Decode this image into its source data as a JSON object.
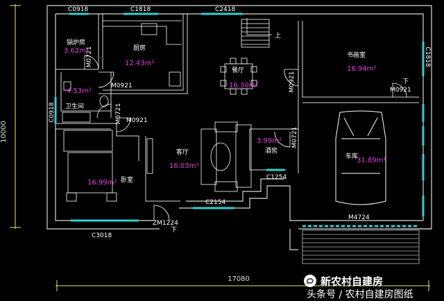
{
  "colors": {
    "wall": "#d8d8d8",
    "dim": "#e8e85a",
    "label": "#ffffff",
    "area": "#e040e0",
    "furniture": "#ffffff",
    "window": "#30d0d0",
    "door": "#ffffff"
  },
  "dimensions": {
    "width": "17080",
    "height": "10000"
  },
  "windows": {
    "c0918_top": "C0918",
    "c1818_top": "C1818",
    "c2418_top": "C2418",
    "c0918_left": "C0918",
    "c3018_bottom": "C3018",
    "c2154_bottom": "C2154",
    "c1254": "C1254",
    "c1818_right": "C1818",
    "m4724": "M4724",
    "zm1224": "ZM1224"
  },
  "doors": {
    "m0721_kitchen": "M0721",
    "m0921_kitchen": "M0921",
    "m0921_dining": "M0921",
    "m0921_study": "M0921",
    "m0721_bath": "M0721",
    "m0921_bedroom": "M0921",
    "m0721_storage": "M0721"
  },
  "rooms": {
    "boiler": {
      "name": "锅炉房",
      "area": "3.62m²"
    },
    "kitchen": {
      "name": "厨房",
      "area": "12.43m²"
    },
    "small": {
      "area": "4.53m²"
    },
    "bath": {
      "name": "卫生间"
    },
    "dining": {
      "name": "餐厅",
      "area": "16.30m²"
    },
    "study": {
      "name": "书画室",
      "area": "16.94m²"
    },
    "living": {
      "name": "客厅",
      "area": "16.03m²"
    },
    "bedroom": {
      "name": "卧室",
      "area": "16.99m²"
    },
    "storage": {
      "name": "酒窖",
      "area": "3.99m²"
    },
    "garage": {
      "name": "车库",
      "area": "31.89m²"
    }
  },
  "stairs": {
    "up": "上",
    "down_study": "下",
    "down_entry": "下"
  },
  "watermark": {
    "brand": "新农村自建房",
    "line": "头条号 / 农村自建房图纸"
  }
}
